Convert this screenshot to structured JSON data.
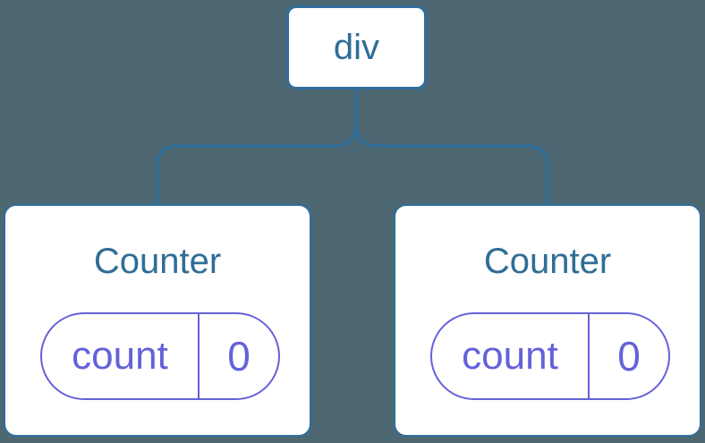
{
  "colors": {
    "background": "#4d6872",
    "line_blue": "#2e6d9c",
    "text_blue": "#2f6d96",
    "purple": "#6462d9",
    "card_bg": "#ffffff"
  },
  "tree": {
    "root": {
      "label": "div"
    },
    "children": [
      {
        "name": "Counter",
        "state": {
          "key": "count",
          "value": "0"
        }
      },
      {
        "name": "Counter",
        "state": {
          "key": "count",
          "value": "0"
        }
      }
    ]
  }
}
